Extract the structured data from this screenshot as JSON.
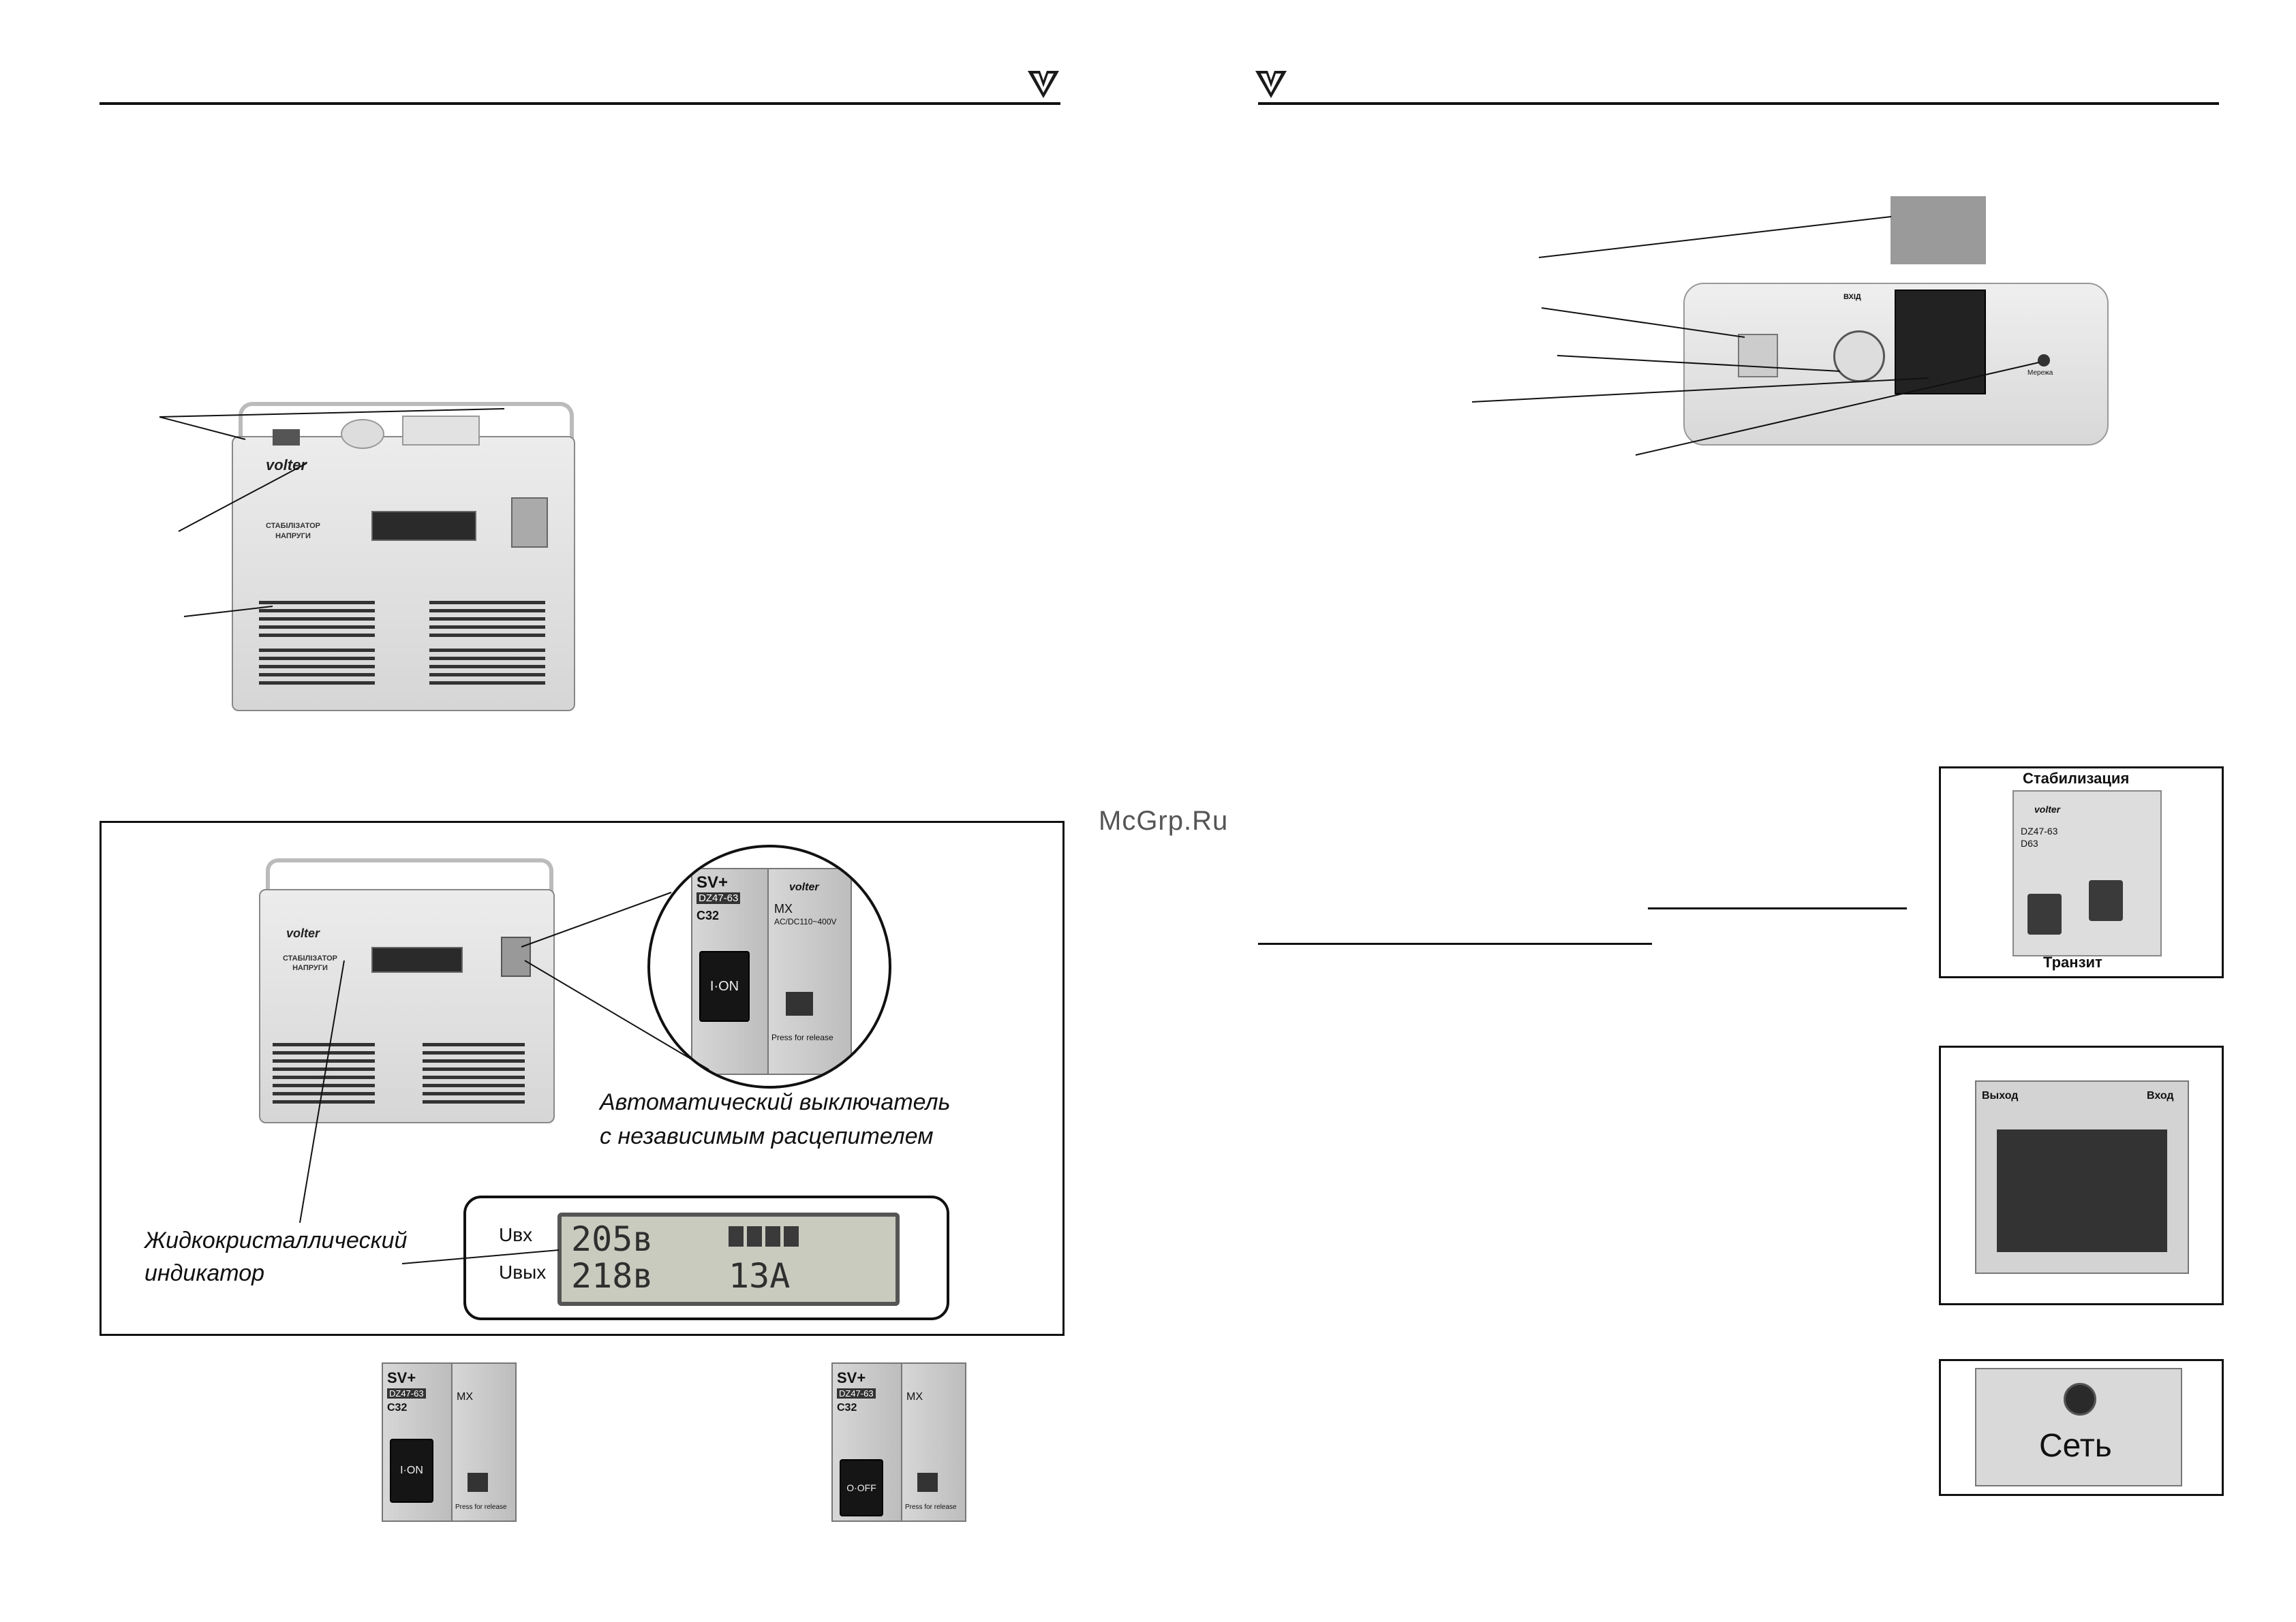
{
  "watermark": "McGrp.Ru",
  "front_view": {
    "brand": "volter",
    "panel_title_line1": "СТАБІЛІЗАТОР",
    "panel_title_line2": "НАПРУГИ"
  },
  "callout_figure": {
    "breaker_caption_line1": "Автоматический выключатель",
    "breaker_caption_line2": "с независимым расцепителем",
    "lcd_caption_line1": "Жидкокристаллический",
    "lcd_caption_line2": "индикатор",
    "lcd_label_in": "Uвх",
    "lcd_label_out": "Uвых",
    "lcd_row1_voltage": "205в",
    "lcd_row2_voltage": "218в",
    "lcd_row2_current": "13А",
    "breaker_brand": "SV+",
    "breaker_model": "DZ47-63",
    "breaker_rating": "C32",
    "breaker_on_label": "I·ON",
    "breaker_release": "Press for release",
    "mx_label": "MX",
    "mx_voltage": "AC/DC110~400V",
    "mx_brand": "volter"
  },
  "breaker_on": {
    "brand": "SV+",
    "model": "DZ47-63",
    "rating": "C32",
    "handle_label": "I·ON",
    "mx_label": "MX",
    "release": "Press for release"
  },
  "breaker_off": {
    "brand": "SV+",
    "model": "DZ47-63",
    "rating": "C32",
    "handle_label": "O·OFF",
    "mx_label": "MX",
    "release": "Press for release"
  },
  "rear_view": {
    "input_label": "ВХІД",
    "network_label": "Мережа"
  },
  "mode_switch": {
    "top_label": "Стабилизация",
    "bottom_label": "Транзит",
    "model": "DZ47-63",
    "rating": "D63",
    "brand": "volter"
  },
  "terminals": {
    "output_label": "Выход",
    "input_label": "Вход"
  },
  "network_lamp": {
    "label": "Сеть"
  }
}
